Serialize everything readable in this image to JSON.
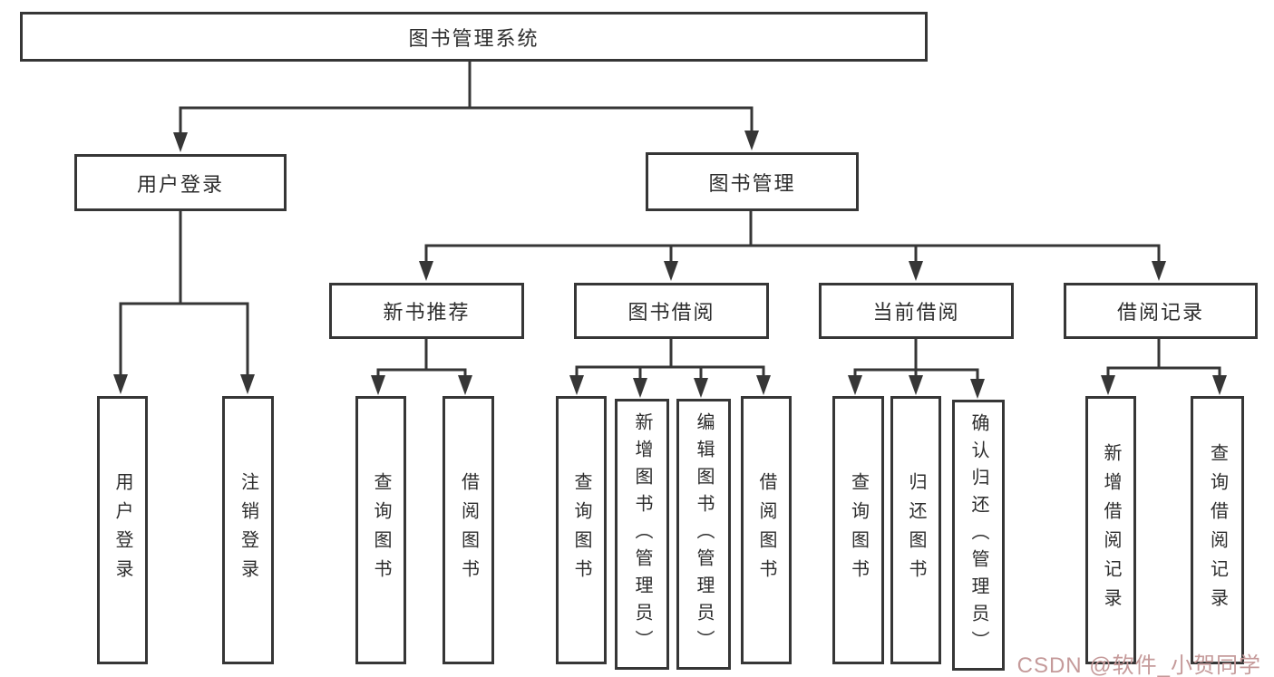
{
  "diagram": {
    "root": {
      "label": "图书管理系统"
    },
    "user_login": {
      "label": "用户登录",
      "children": [
        {
          "label": "用户登录"
        },
        {
          "label": "注销登录"
        }
      ]
    },
    "book_mgmt": {
      "label": "图书管理",
      "children": [
        {
          "label": "新书推荐",
          "children": [
            {
              "label": "查询图书"
            },
            {
              "label": "借阅图书"
            }
          ]
        },
        {
          "label": "图书借阅",
          "children": [
            {
              "label": "查询图书"
            },
            {
              "label": "新增图书（管理员）"
            },
            {
              "label": "编辑图书（管理员）"
            },
            {
              "label": "借阅图书"
            }
          ]
        },
        {
          "label": "当前借阅",
          "children": [
            {
              "label": "查询图书"
            },
            {
              "label": "归还图书"
            },
            {
              "label": "确认归还（管理员）"
            }
          ]
        },
        {
          "label": "借阅记录",
          "children": [
            {
              "label": "新增借阅记录"
            },
            {
              "label": "查询借阅记录"
            }
          ]
        }
      ]
    }
  },
  "watermark": {
    "text": "CSDN @软件_小贺同学"
  },
  "colors": {
    "line": "#363636",
    "text": "#2d2d2d",
    "watermark": "#c59a9a",
    "background": "#ffffff"
  }
}
